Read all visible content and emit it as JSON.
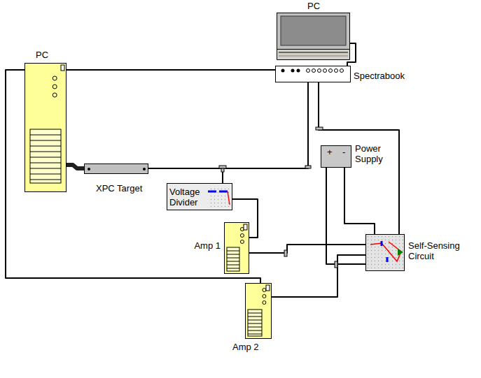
{
  "diagram": {
    "nodes": [
      {
        "text": [
          "PC"
        ]
      },
      {
        "text": [
          "Spectrabook"
        ]
      },
      {
        "text": [
          "PC"
        ]
      },
      {
        "text": [
          "XPC Target"
        ]
      },
      {
        "text": [
          "Voltage Divider"
        ]
      },
      {
        "text": [
          "+",
          "-",
          "Power Supply"
        ]
      },
      {
        "text": [
          "Amp 1"
        ]
      },
      {
        "text": [
          "Self-Sensing Circuit"
        ]
      },
      {
        "text": [
          "Amp 2"
        ]
      }
    ],
    "edges": [
      {
        "from": 0,
        "to": 1,
        "arrow": "none"
      },
      {
        "from": 2,
        "to": 3,
        "arrow": "none"
      },
      {
        "from": 3,
        "to": 1,
        "arrow": "none"
      },
      {
        "from": 4,
        "to": 3,
        "arrow": "none"
      },
      {
        "from": 4,
        "to": 6,
        "arrow": "none"
      },
      {
        "from": 6,
        "to": 7,
        "arrow": "none"
      },
      {
        "from": 5,
        "to": 7,
        "arrow": "none"
      },
      {
        "from": 5,
        "to": 7,
        "arrow": "none"
      },
      {
        "from": 1,
        "to": 7,
        "arrow": "none"
      },
      {
        "from": 1,
        "to": 8,
        "arrow": "none"
      },
      {
        "from": 8,
        "to": 7,
        "arrow": "none"
      }
    ]
  }
}
